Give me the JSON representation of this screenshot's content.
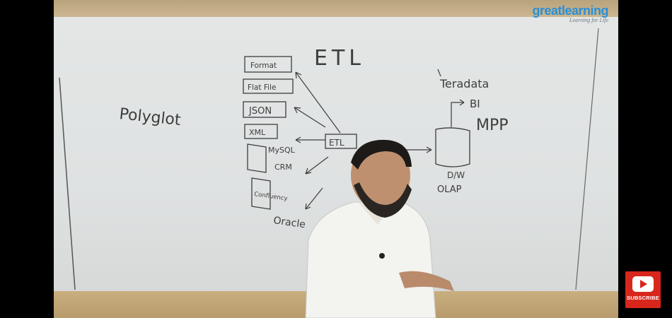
{
  "logo": {
    "brand": "greatlearning",
    "tagline": "Learning for Life"
  },
  "whiteboard": {
    "title": "ETL",
    "left_word": "Polyglot",
    "hub_label": "ETL",
    "sources": [
      "Format",
      "Flat File",
      "JSON",
      "XML",
      "MySQL",
      "CRM",
      "Confluency",
      "Oracle"
    ],
    "target_vendor": "Teradata",
    "target_bi": "BI",
    "target_mpp": "MPP",
    "target_dw": "D/W",
    "target_olap": "OLAP"
  },
  "subscribe": {
    "label": "SUBSCRIBE",
    "icon": "play-icon",
    "color": "#d9261c"
  }
}
